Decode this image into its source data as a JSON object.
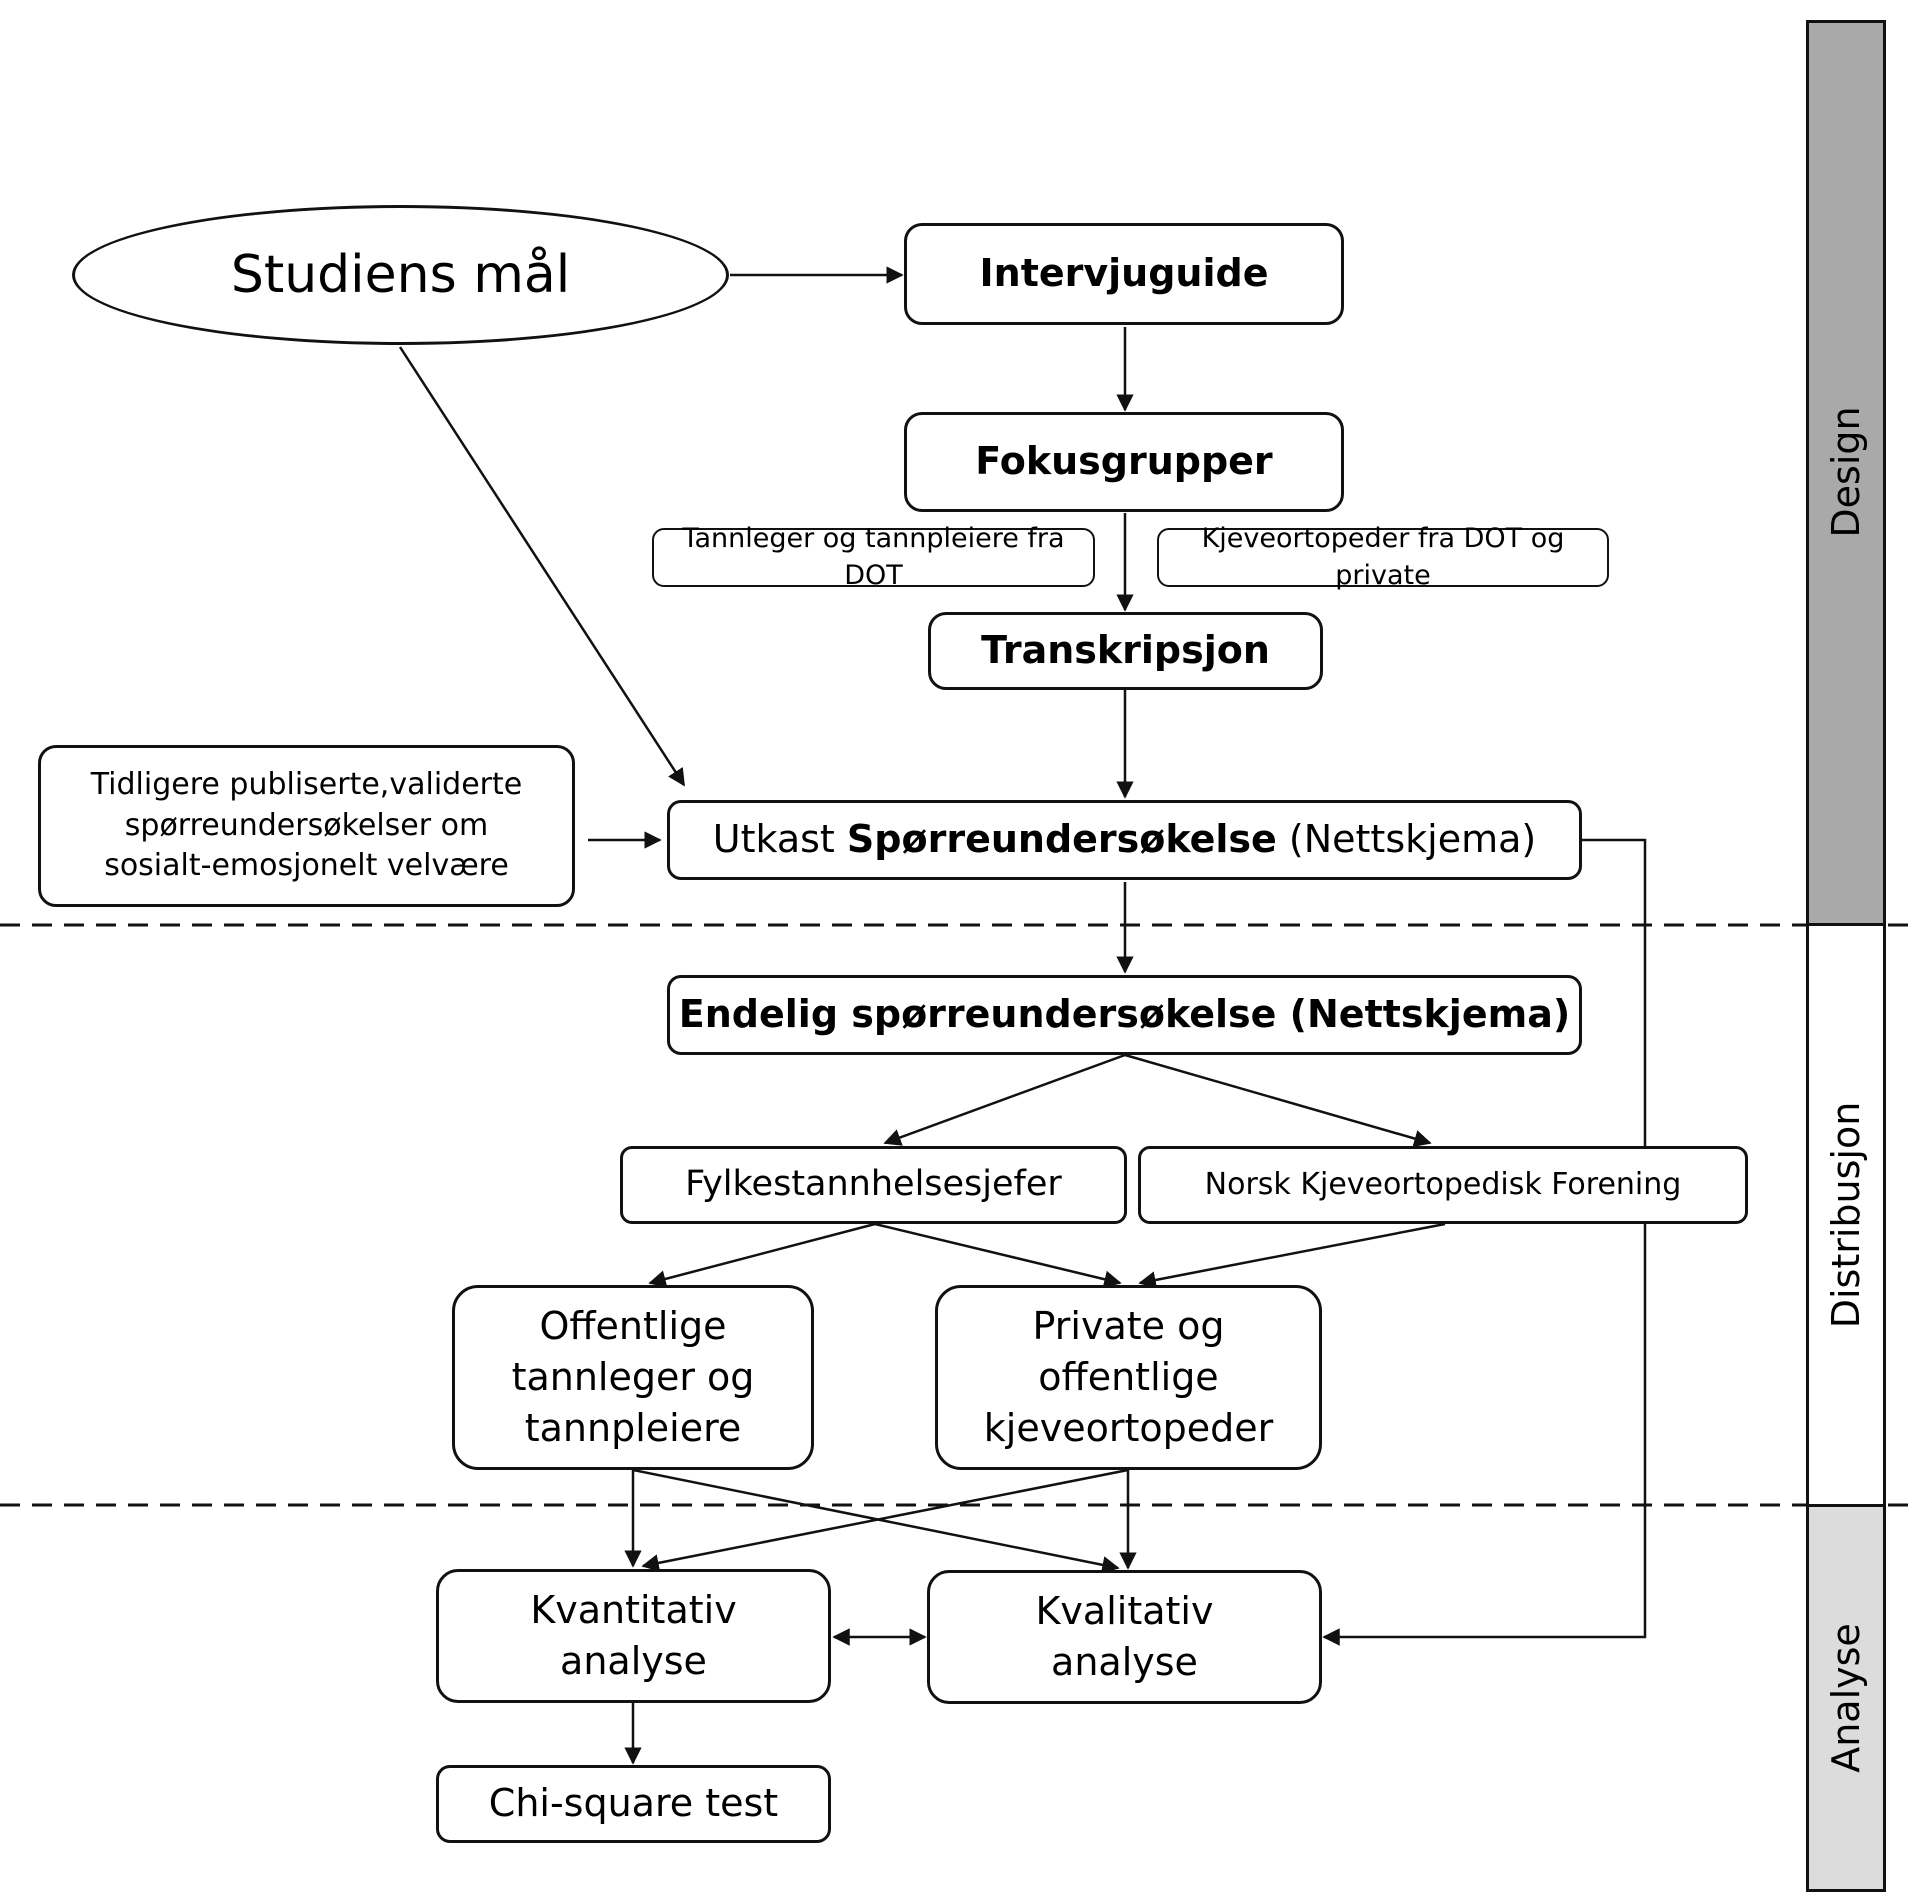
{
  "diagram": {
    "goal": "Studiens mål",
    "interview_guide": "Intervjuguide",
    "focus_groups": "Fokusgrupper",
    "group_left": "Tannleger og tannpleiere fra DOT",
    "group_right": "Kjeveortopeder fra DOT og private",
    "transcription": "Transkripsjon",
    "prior_surveys": [
      "Tidligere publiserte,validerte",
      "spørreundersøkelser om",
      "sosialt-emosjonelt velvære"
    ],
    "draft": {
      "prefix": "Utkast ",
      "bold": "Spørreundersøkelse",
      "suffix": " (Nettskjema)"
    },
    "final_survey": "Endelig spørreundersøkelse (Nettskjema)",
    "county_chiefs": "Fylkestannhelsesjefer",
    "orthodontic_association": "Norsk Kjeveortopedisk Forening",
    "public_dentists": [
      "Offentlige",
      "tannleger og",
      "tannpleiere"
    ],
    "orthodontists": [
      "Private og",
      "offentlige",
      "kjeveortopeder"
    ],
    "quantitative": [
      "Kvantitativ",
      "analyse"
    ],
    "qualitative": [
      "Kvalitativ",
      "analyse"
    ],
    "chi_square": "Chi-square test"
  },
  "phases": {
    "design": "Design",
    "distribution": "Distribusjon",
    "analysis": "Analyse"
  },
  "colors": {
    "design_fill": "#a9a9a9",
    "distribution_fill": "#ffffff",
    "analysis_fill": "#dcdcdc",
    "line": "#111111"
  }
}
